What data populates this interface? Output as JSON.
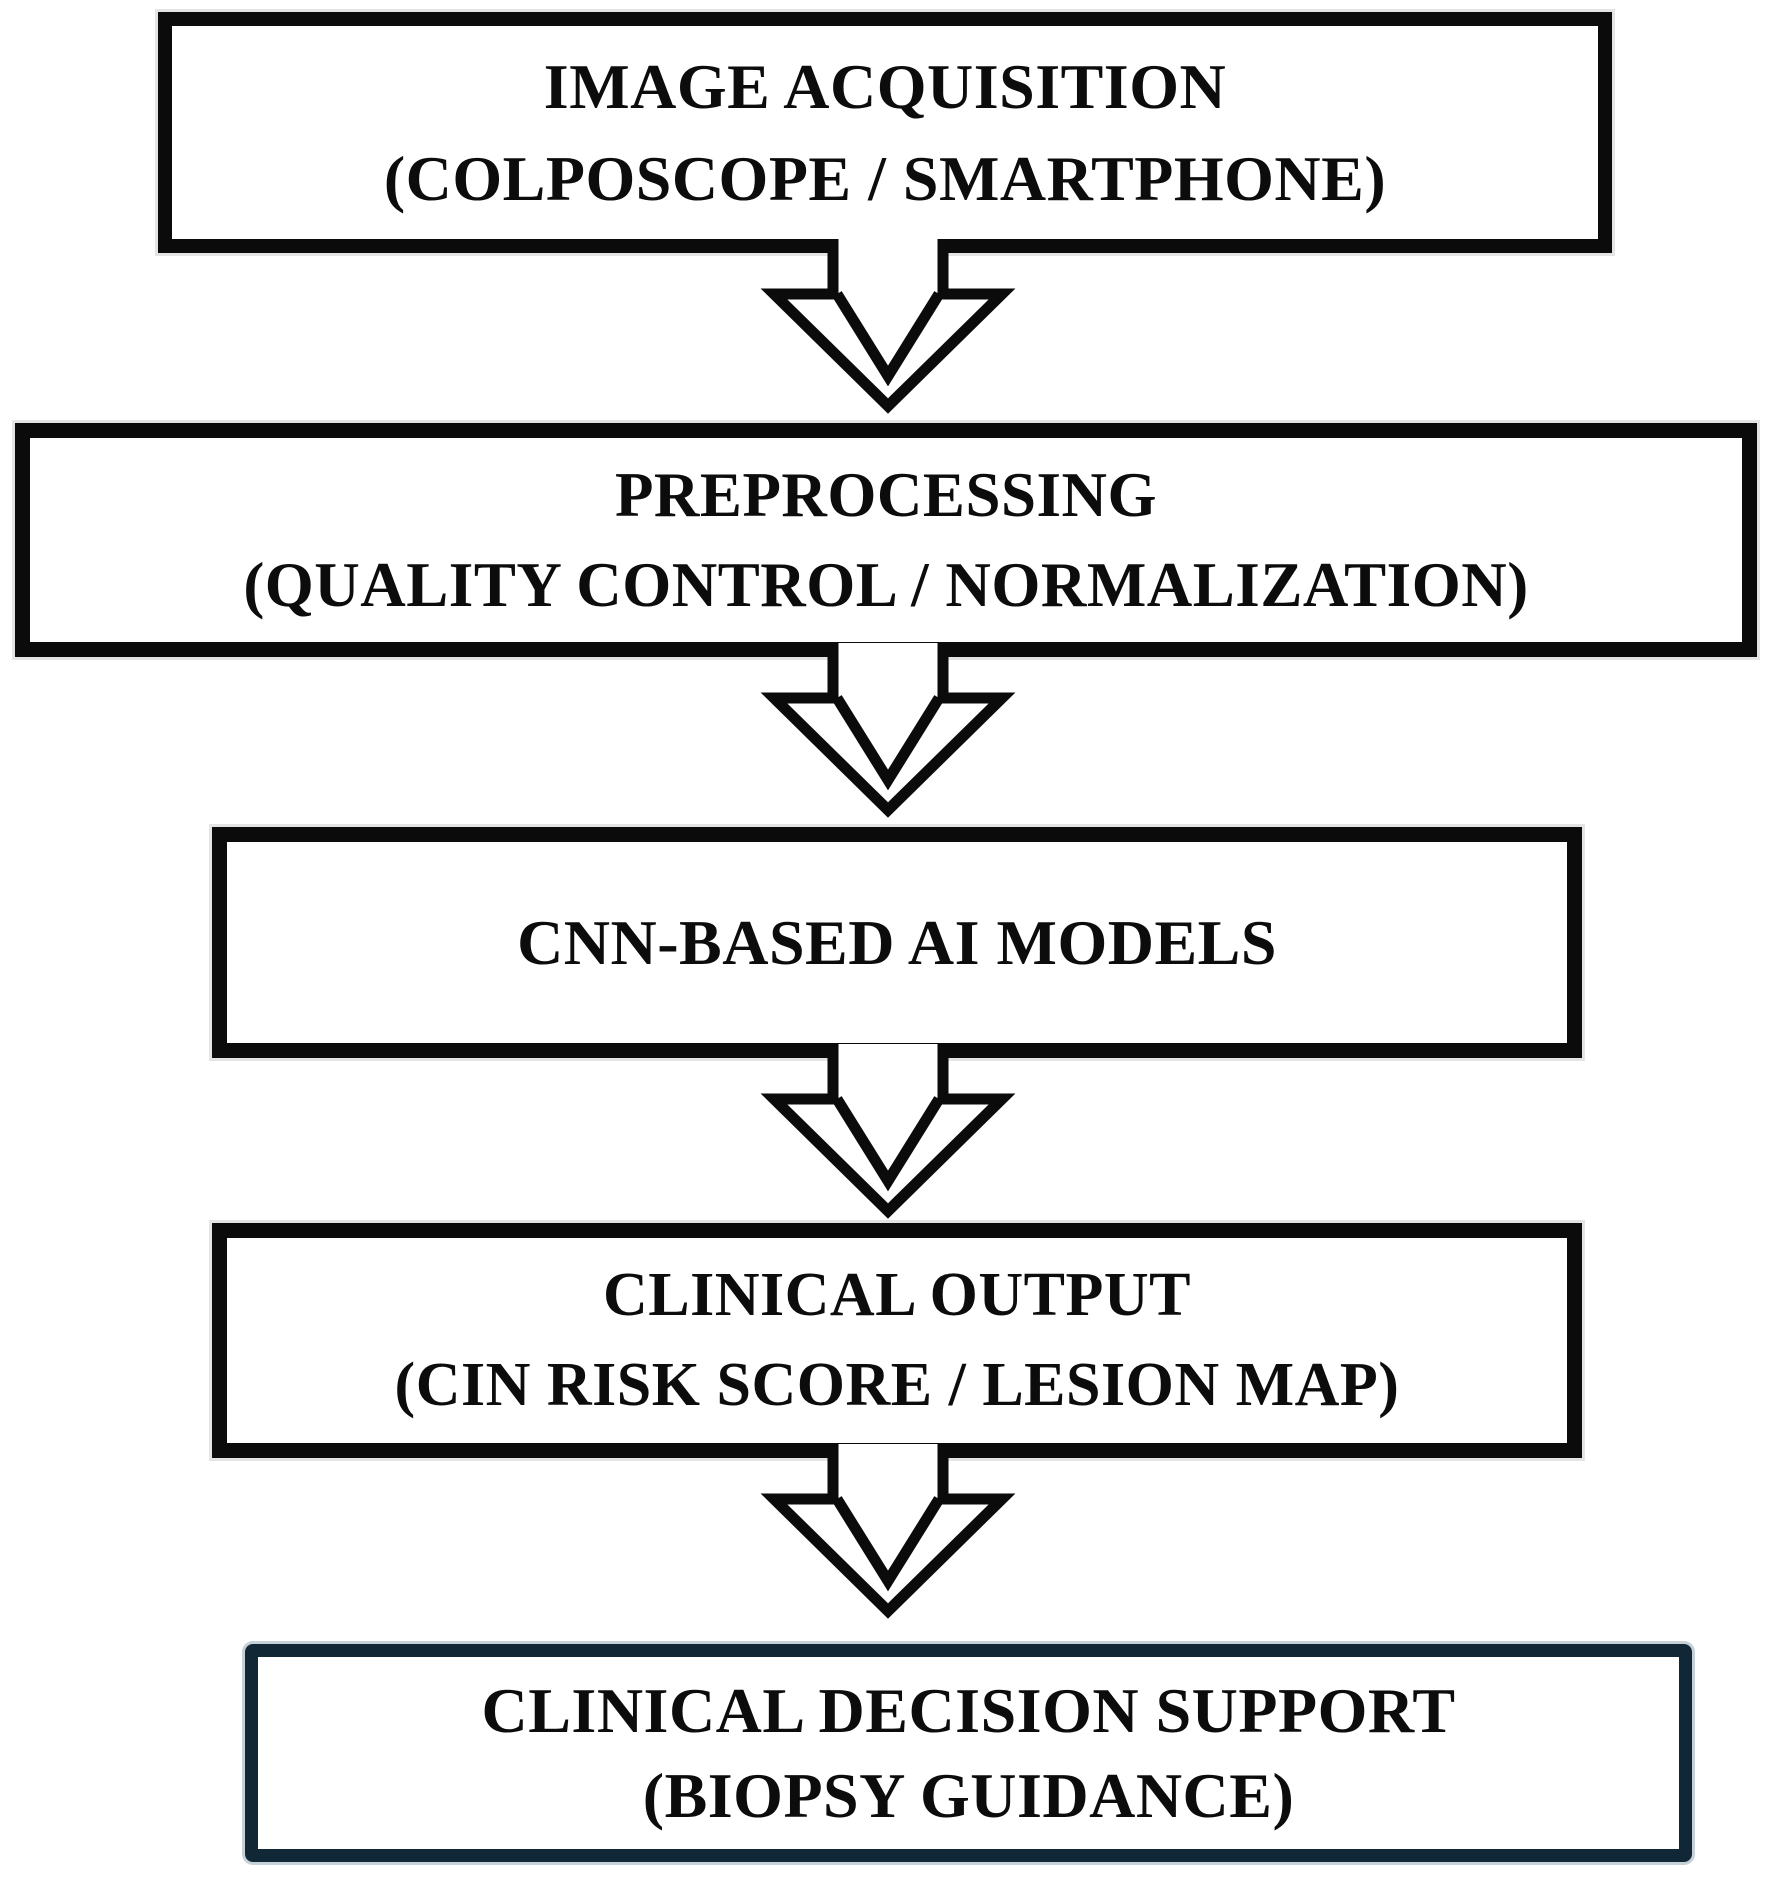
{
  "diagram": {
    "type": "flowchart",
    "direction": "top-to-bottom",
    "connector_shape": "outlined-block-arrow-down",
    "colors": {
      "background": "#ffffff",
      "box_border": "#0b0b0b",
      "box_fill": "#ffffff",
      "text": "#0c0c0c",
      "final_box_border": "#122736",
      "arrow_outline": "#0b0b0b",
      "arrow_fill": "#ffffff"
    },
    "steps": [
      {
        "id": "image-acquisition",
        "lines": [
          "IMAGE ACQUISITION",
          "(COLPOSCOPE / SMARTPHONE)"
        ]
      },
      {
        "id": "preprocessing",
        "lines": [
          "PREPROCESSING",
          "(QUALITY CONTROL / NORMALIZATION)"
        ]
      },
      {
        "id": "cnn-based-ai-models",
        "lines": [
          "CNN-BASED AI MODELS"
        ]
      },
      {
        "id": "clinical-output",
        "lines": [
          "CLINICAL OUTPUT",
          "(CIN RISK SCORE / LESION MAP)"
        ]
      },
      {
        "id": "clinical-decision-support",
        "lines": [
          "CLINICAL DECISION SUPPORT",
          "(BIOPSY GUIDANCE)"
        ]
      }
    ]
  }
}
